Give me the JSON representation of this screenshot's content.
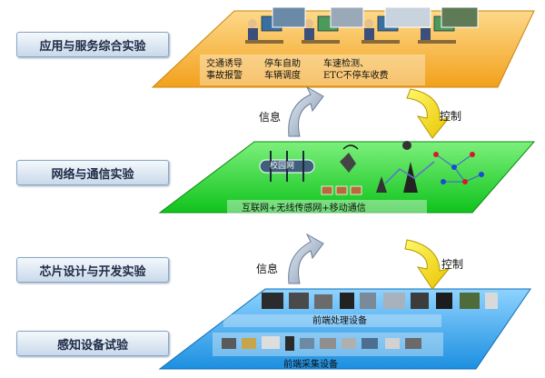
{
  "layers": [
    {
      "label": "应用与服务综合实验"
    },
    {
      "label": "网络与通信实验"
    },
    {
      "label": "芯片设计与开发实验"
    },
    {
      "label": "感知设备试验"
    }
  ],
  "application_plane": {
    "items": [
      {
        "line1": "交通诱导",
        "line2": "事故报警"
      },
      {
        "line1": "停车自助",
        "line2": "车辆调度"
      },
      {
        "line1": "车速检测、",
        "line2": "ETC不停车收费"
      }
    ],
    "color": "#f5b53a"
  },
  "network_plane": {
    "campus_label": "校园网",
    "caption": "互联网+无线传感网+移动通信",
    "color": "#22d62a"
  },
  "device_plane": {
    "processing_label": "前端处理设备",
    "acquisition_label": "前端采集设备",
    "color": "#35a9f0"
  },
  "arrows": {
    "upper_left": "信息",
    "upper_right": "控制",
    "lower_left": "信息",
    "lower_right": "控制"
  }
}
